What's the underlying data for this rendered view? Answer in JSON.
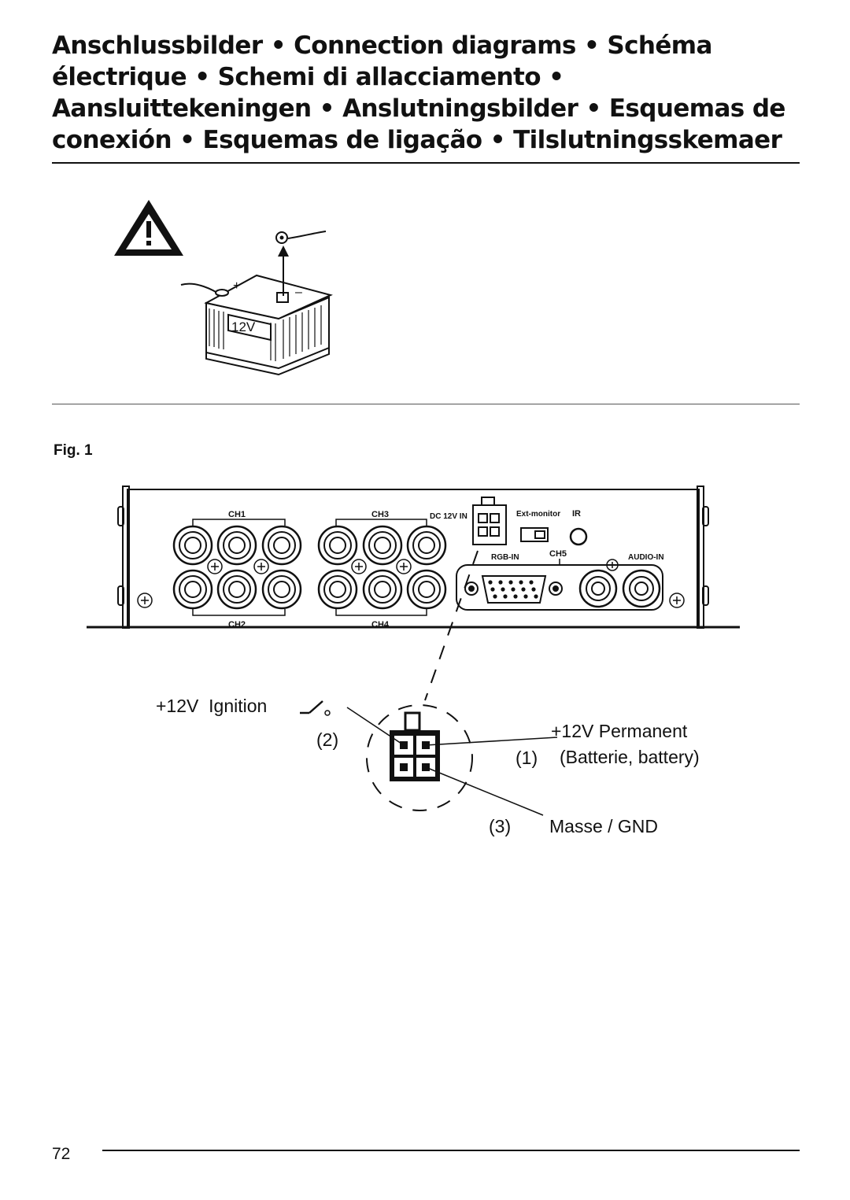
{
  "heading": "Anschlussbilder • Connection diagrams • Schéma électrique • Schemi di allacciamento • Aansluittekeningen • Anslutningsbilder • Esquemas de conexión • Esquemas de ligação • Tilslutningsskemaer",
  "battery": {
    "voltage_label": "12V",
    "plus_sign": "+",
    "minus_sign": "–"
  },
  "figure_label": "Fig. 1",
  "device": {
    "ch1": "CH1",
    "ch2": "CH2",
    "ch3": "CH3",
    "ch4": "CH4",
    "dc_in": "DC 12V IN",
    "ext_monitor": "Ext-monitor",
    "ir": "IR",
    "rgb_in": "RGB-IN",
    "ch5": "CH5",
    "audio_in": "AUDIO-IN"
  },
  "wiring": {
    "ignition_label": "+12V  Ignition",
    "pin2": "(2)",
    "permanent_label": "+12V Permanent",
    "pin1": "(1)",
    "battery_label": "(Batterie, battery)",
    "pin3": "(3)",
    "ground_label": "Masse / GND"
  },
  "page_number": "72"
}
